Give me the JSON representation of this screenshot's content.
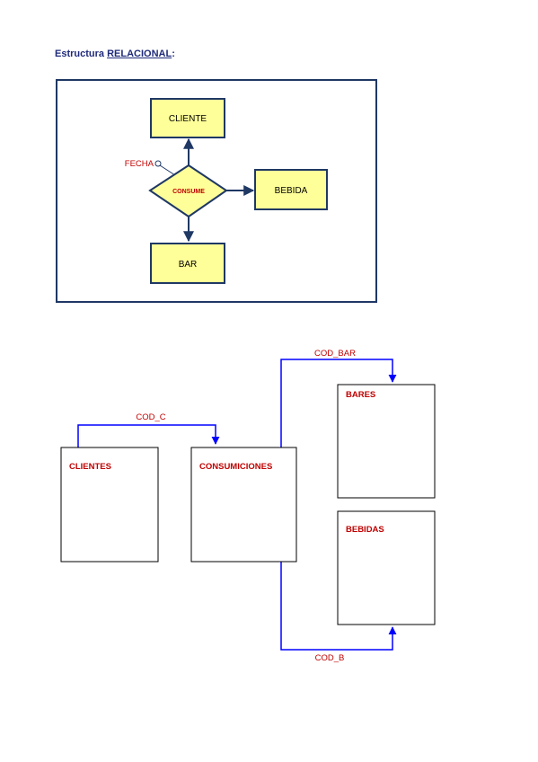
{
  "title": {
    "prefix": "Estructura ",
    "highlight": "RELACIONAL",
    "suffix": ":"
  },
  "er_diagram": {
    "entities": {
      "cliente": "CLIENTE",
      "bebida": "BEBIDA",
      "bar": "BAR"
    },
    "relationship": "CONSUME",
    "attribute": "FECHA"
  },
  "relational_diagram": {
    "tables": {
      "clientes": "CLIENTES",
      "consumiciones": "CONSUMICIONES",
      "bares": "BARES",
      "bebidas": "BEBIDAS"
    },
    "keys": {
      "cod_c": "COD_C",
      "cod_bar": "COD_BAR",
      "cod_b": "COD_B"
    }
  },
  "colors": {
    "navy": "#1f3864",
    "entity_fill": "#ffff99",
    "label_red": "#c00000",
    "connector_blue": "#0000ff"
  }
}
